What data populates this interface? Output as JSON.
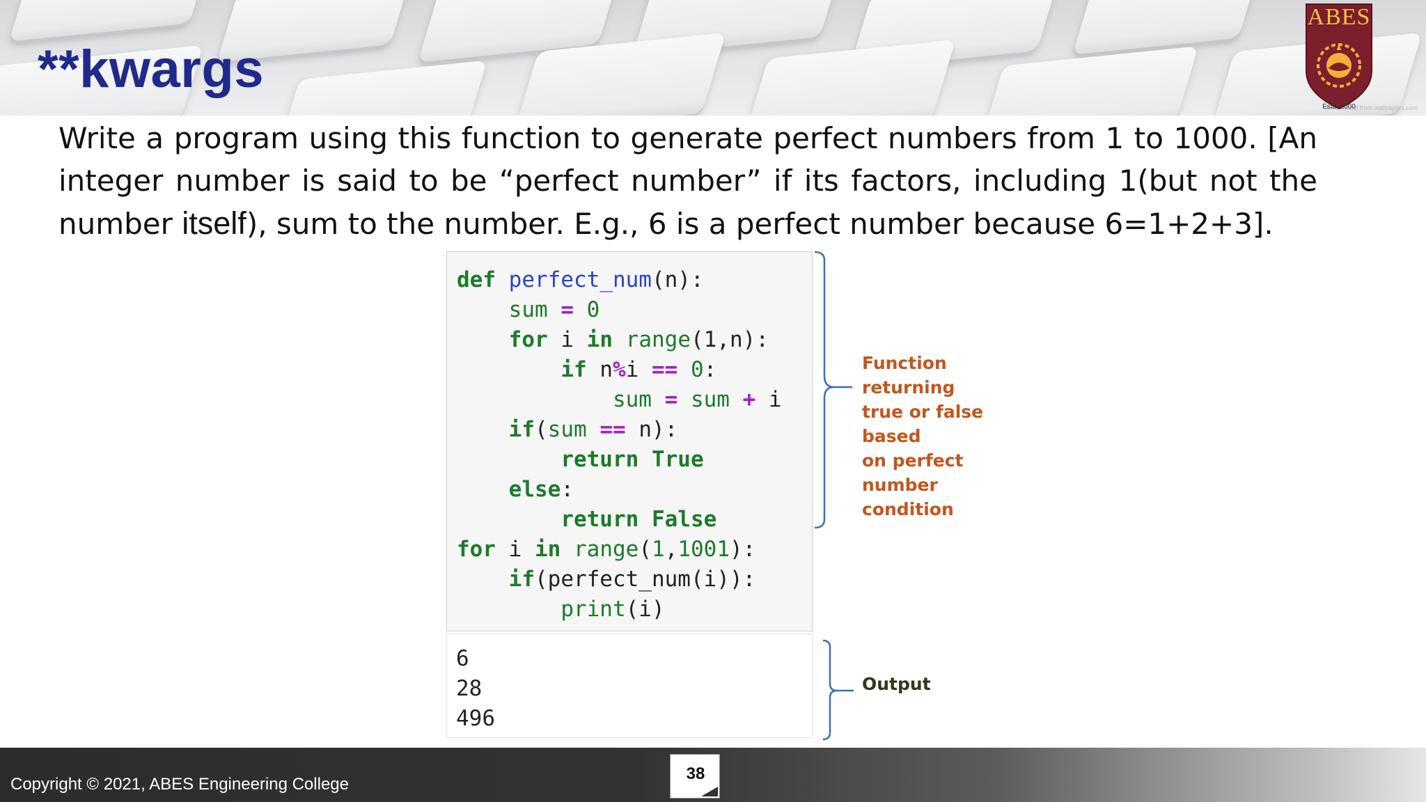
{
  "slide": {
    "title": "**kwargs",
    "banner_credit": "downloaded from wallpapers.com",
    "logo": {
      "text": "ABES",
      "est": "Estd. 2000"
    },
    "paragraph": {
      "before": "Write a program using this function to generate perfect numbers from 1 to 1000. [An integer number is said to be “perfect number” if its factors, including 1(but not the number ",
      "emph": "itself",
      "after": "), sum to the number. E.g., 6 is a perfect number because 6=1+2+3]."
    }
  },
  "code": {
    "def_kw": "def",
    "func_name": "perfect_num",
    "param": "(n):",
    "sum_var": "sum",
    "assign": "=",
    "zero": "0",
    "for_kw": "for",
    "loop_var": "i",
    "in_kw": "in",
    "range_fn": "range",
    "range_args_1": "(1,n):",
    "if_kw": "if",
    "n_var": "n",
    "mod_op": "%",
    "eq_op": "==",
    "colon": ":",
    "plus_op": "+",
    "if_paren": "if",
    "open_paren": "(",
    "close_paren_colon": "):",
    "return_kw": "return",
    "true_val": "True",
    "false_val": "False",
    "else_kw": "else",
    "one": "1",
    "comma": ",",
    "thousand_one": "1001",
    "call_perfect": "perfect_num",
    "print_fn": "print",
    "i_paren": "(i)",
    "i_paren_close": "(i)):"
  },
  "output": {
    "lines": [
      "6",
      "28",
      "496"
    ]
  },
  "annotations": {
    "function_note_lines": [
      "Function returning",
      "true or false based",
      "on perfect number",
      "condition"
    ],
    "output_label": "Output"
  },
  "footer": {
    "copyright": "Copyright © 2021, ABES Engineering College",
    "page_number": "38"
  },
  "colors": {
    "title": "#202a8c",
    "keyword": "#1d7a2a",
    "function_name": "#2a44c8",
    "operator": "#a021c8",
    "annotation_orange": "#c0571e",
    "annotation_dark": "#2f3a17",
    "brace_blue": "#3a6fb5"
  }
}
